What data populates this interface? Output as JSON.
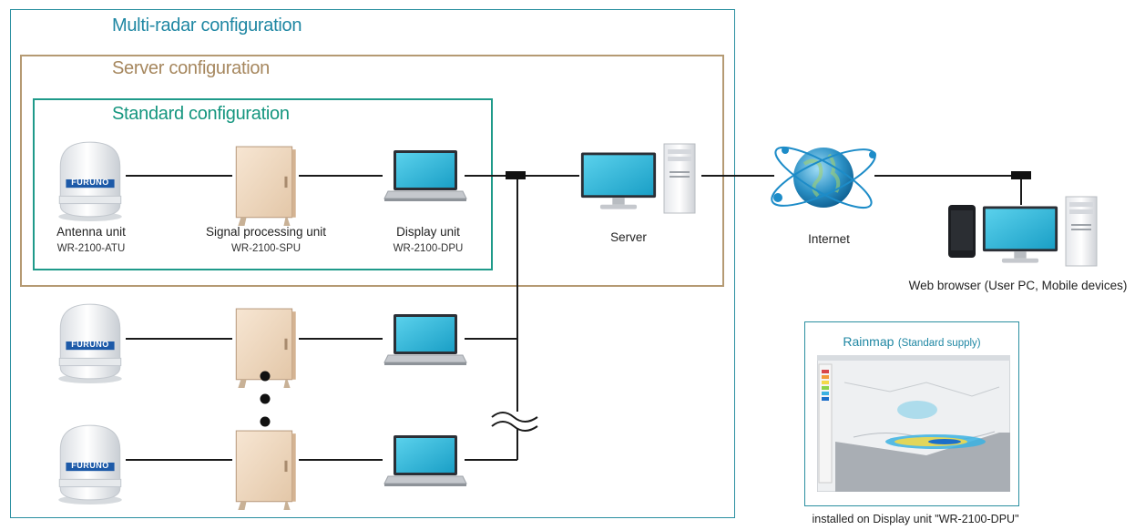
{
  "titles": {
    "multi_radar": "Multi-radar configuration",
    "server": "Server configuration",
    "standard": "Standard configuration"
  },
  "units": {
    "antenna": {
      "label": "Antenna unit",
      "model": "WR-2100-ATU",
      "brand": "FURUNO"
    },
    "spu": {
      "label": "Signal processing unit",
      "model": "WR-2100-SPU"
    },
    "display": {
      "label": "Display unit",
      "model": "WR-2100-DPU"
    }
  },
  "network": {
    "server_label": "Server",
    "internet_label": "Internet",
    "web_browser_label": "Web browser (User PC, Mobile devices)"
  },
  "rainmap": {
    "title": "Rainmap",
    "supply": "(Standard supply)",
    "caption": "installed on Display unit \"WR-2100-DPU\""
  },
  "colors": {
    "multi_border": "#2a8fa0",
    "server_border": "#b59a73",
    "standard_border": "#1f9a8a",
    "multi_text": "#1f87a3",
    "server_text": "#a6875e",
    "standard_text": "#15967f"
  }
}
